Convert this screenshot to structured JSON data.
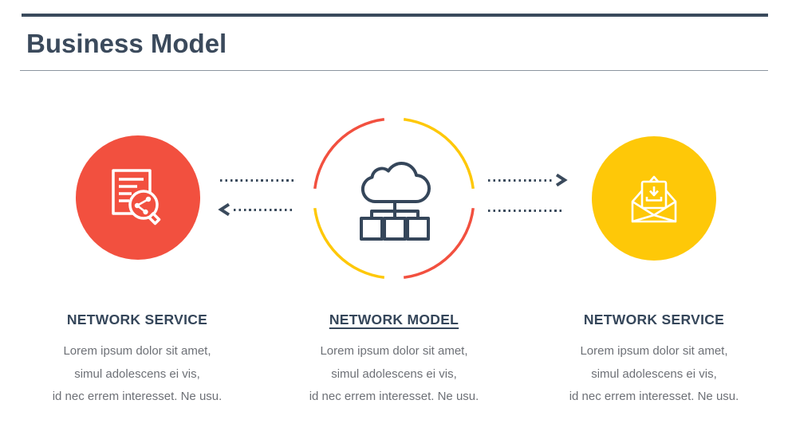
{
  "header": {
    "title": "Business Model",
    "accent_color": "#3a4a5c"
  },
  "colors": {
    "navy": "#3a4a5c",
    "red": "#f2503f",
    "yellow": "#fec808",
    "heading_text": "#35465a",
    "body_text": "#6d7076",
    "divider": "#8b95a0"
  },
  "columns": [
    {
      "heading": "NETWORK SERVICE",
      "body": "Lorem ipsum dolor sit amet,\nsimul adolescens ei vis,\nid nec errem interesset. Ne usu.",
      "icon": "document-search-icon",
      "circle_color": "#f2503f"
    },
    {
      "heading": "NETWORK MODEL",
      "body": "Lorem ipsum dolor sit amet,\nsimul adolescens ei vis,\nid nec errem interesset. Ne usu.",
      "icon": "cloud-network-icon",
      "ring_colors": [
        "#f2503f",
        "#fec808"
      ],
      "heading_underlined": true
    },
    {
      "heading": "NETWORK SERVICE",
      "body": "Lorem ipsum dolor sit amet,\nsimul adolescens ei vis,\nid nec errem interesset. Ne usu.",
      "icon": "mail-download-icon",
      "circle_color": "#fec808"
    }
  ],
  "connectors": {
    "color": "#3a4a5c",
    "left_top": "dotted line, no arrowhead",
    "left_bottom": "dotted line, arrowhead pointing left",
    "right_top": "dotted line, arrowhead pointing right",
    "right_bottom": "dotted line, no arrowhead"
  }
}
